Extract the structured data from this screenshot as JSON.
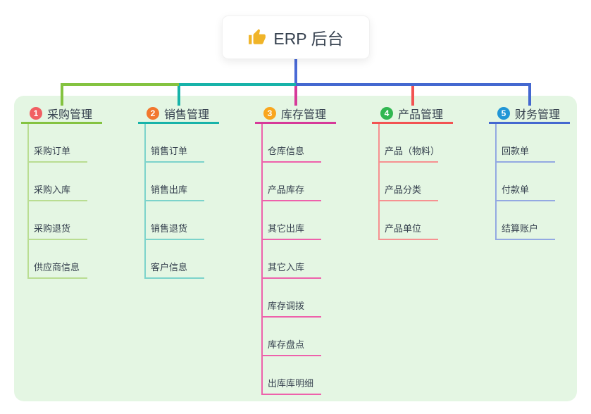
{
  "root": {
    "label": "ERP 后台",
    "icon": "thumbs-up-icon",
    "connector_color": "#4a6ad6"
  },
  "panel_color": "#e4f6e3",
  "text_color": "#36414f",
  "branches": [
    {
      "index": "1",
      "title": "采购管理",
      "badge_color": "#f15f63",
      "line_color": "#84c340",
      "child_line_color": "#b9dd92",
      "children": [
        "采购订单",
        "采购入库",
        "采购退货",
        "供应商信息"
      ]
    },
    {
      "index": "2",
      "title": "销售管理",
      "badge_color": "#f2772e",
      "line_color": "#17b3a9",
      "child_line_color": "#7cd3cb",
      "children": [
        "销售订单",
        "销售出库",
        "销售退货",
        "客户信息"
      ]
    },
    {
      "index": "3",
      "title": "库存管理",
      "badge_color": "#f9a61e",
      "line_color": "#d63a99",
      "child_line_color": "#ee61ab",
      "children": [
        "仓库信息",
        "产品库存",
        "其它出库",
        "其它入库",
        "库存调拨",
        "库存盘点",
        "出库库明细"
      ]
    },
    {
      "index": "4",
      "title": "产品管理",
      "badge_color": "#31b751",
      "line_color": "#f25352",
      "child_line_color": "#f69191",
      "children": [
        "产品（物料）",
        "产品分类",
        "产品单位"
      ]
    },
    {
      "index": "5",
      "title": "财务管理",
      "badge_color": "#2196d6",
      "line_color": "#4468d0",
      "child_line_color": "#93a9e2",
      "children": [
        "回款单",
        "付款单",
        "结算账户"
      ]
    }
  ]
}
